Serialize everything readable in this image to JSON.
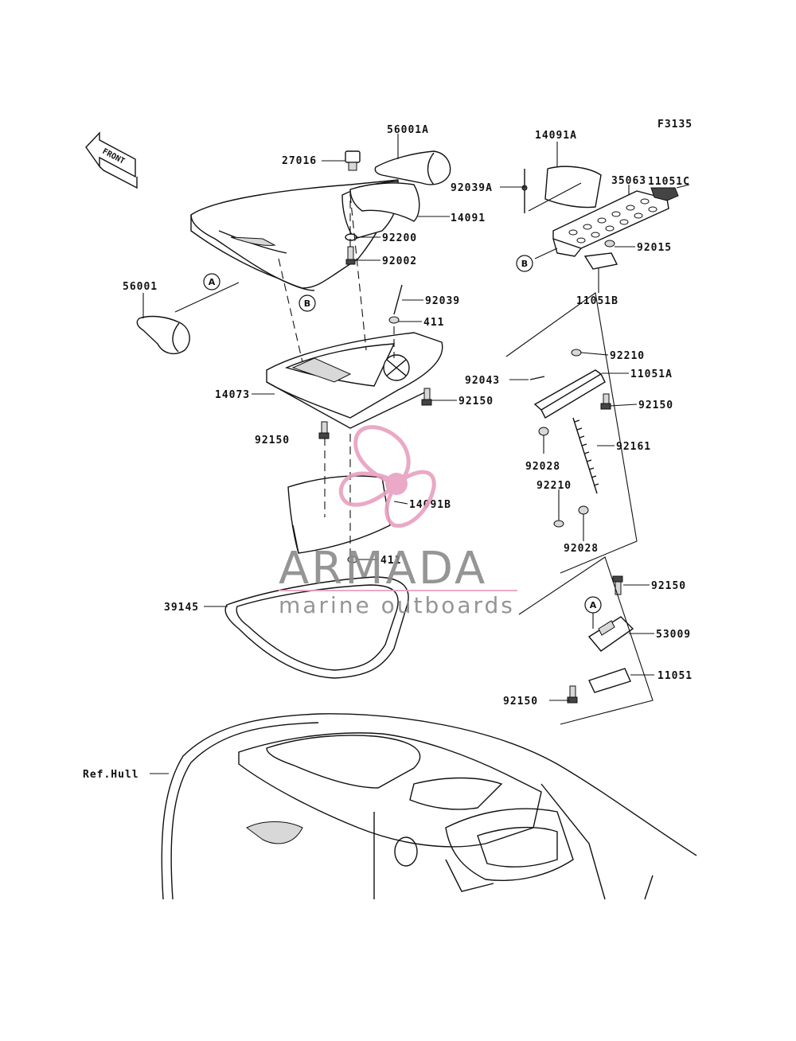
{
  "figure_code": "F3135",
  "front_arrow_label": "FRONT",
  "callouts": {
    "a": "A",
    "b": "B"
  },
  "part_labels": {
    "p56001A": "56001A",
    "p27016": "27016",
    "p14091": "14091",
    "p92200": "92200",
    "p92002": "92002",
    "p56001": "56001",
    "p92039": "92039",
    "p411_top": "411",
    "p14073": "14073",
    "p92150_a": "92150",
    "p92150_b": "92150",
    "p14091B": "14091B",
    "p411_bottom": "411",
    "p39145": "39145",
    "p14091A": "14091A",
    "p35063": "35063",
    "p11051C": "11051C",
    "p92039A": "92039A",
    "p92015": "92015",
    "p11051B": "11051B",
    "p92210_a": "92210",
    "p92043": "92043",
    "p11051A": "11051A",
    "p92150_c": "92150",
    "p92161": "92161",
    "p92028_a": "92028",
    "p92210_b": "92210",
    "p92028_b": "92028",
    "p92150_d": "92150",
    "p53009": "53009",
    "p11051": "11051",
    "p92150_e": "92150",
    "ref_hull": "Ref.Hull"
  },
  "watermark": {
    "brand": "ARMADA",
    "tagline": "marine outboards",
    "logo": "propeller-logo",
    "color": "#e8a0c0"
  }
}
